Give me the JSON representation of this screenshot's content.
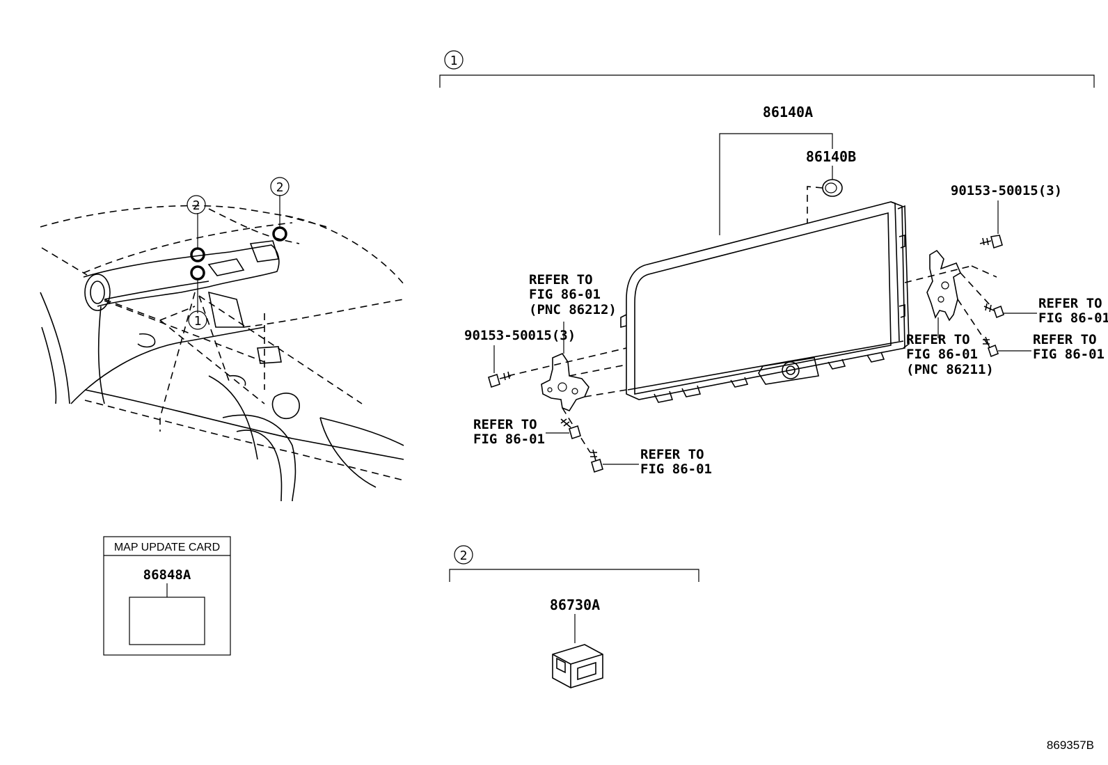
{
  "callouts": {
    "one": "1",
    "two": "2"
  },
  "labels": {
    "display_assy": "86140A",
    "display_part_b": "86140B",
    "screw_right": "90153-50015(3)",
    "screw_left": "90153-50015(3)",
    "refer_line1": "REFER TO",
    "refer_line2": "FIG 86-01",
    "pnc_left": "(PNC 86212)",
    "pnc_right": "(PNC 86211)",
    "socket_part": "86730A"
  },
  "map_card": {
    "title": "MAP UPDATE CARD",
    "part": "86848A"
  },
  "figure_number": "869357B"
}
